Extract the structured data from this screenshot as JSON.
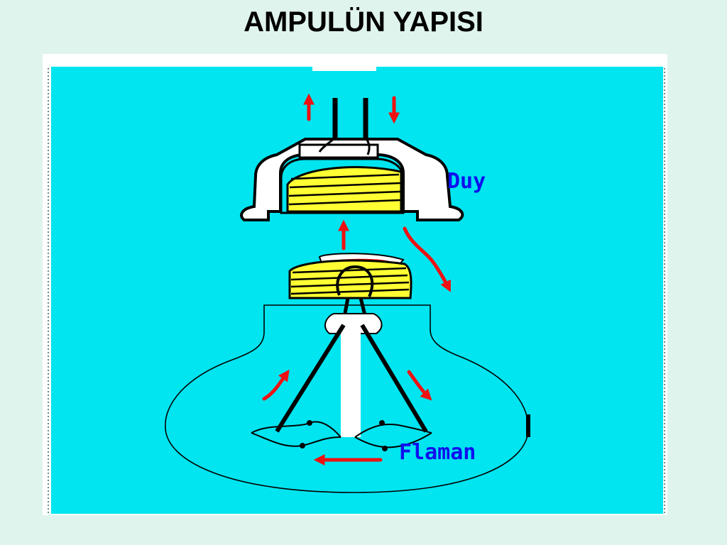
{
  "slide": {
    "title": "AMPULÜN YAPISI"
  },
  "diagram": {
    "labels": {
      "socket": "Duy",
      "filament": "Flaman"
    },
    "colors": {
      "page_background": "#e0f4ee",
      "figure_background": "#00e5f0",
      "arrow": "#ee1111",
      "thread": "#ffff33",
      "label": "#1010ee",
      "outline": "#000000"
    },
    "icons": [
      "up-arrow-icon",
      "down-arrow-icon",
      "curved-arrow-icon",
      "left-arrow-icon"
    ]
  }
}
